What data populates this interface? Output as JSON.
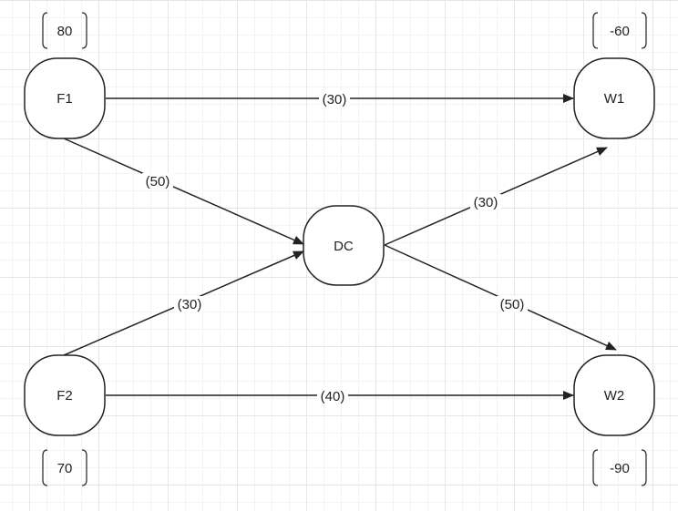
{
  "nodes": {
    "f1": {
      "label": "F1"
    },
    "f2": {
      "label": "F2"
    },
    "dc": {
      "label": "DC"
    },
    "w1": {
      "label": "W1"
    },
    "w2": {
      "label": "W2"
    }
  },
  "supplies": {
    "f1": "80",
    "f2": "70",
    "w1": "-60",
    "w2": "-90"
  },
  "edges": {
    "f1_w1": "(30)",
    "f1_dc": "(50)",
    "f2_dc": "(30)",
    "f2_w2": "(40)",
    "dc_w1": "(30)",
    "dc_w2": "(50)"
  },
  "colors": {
    "stroke": "#222222",
    "grid": "#e6e6e6",
    "background": "#ffffff"
  }
}
